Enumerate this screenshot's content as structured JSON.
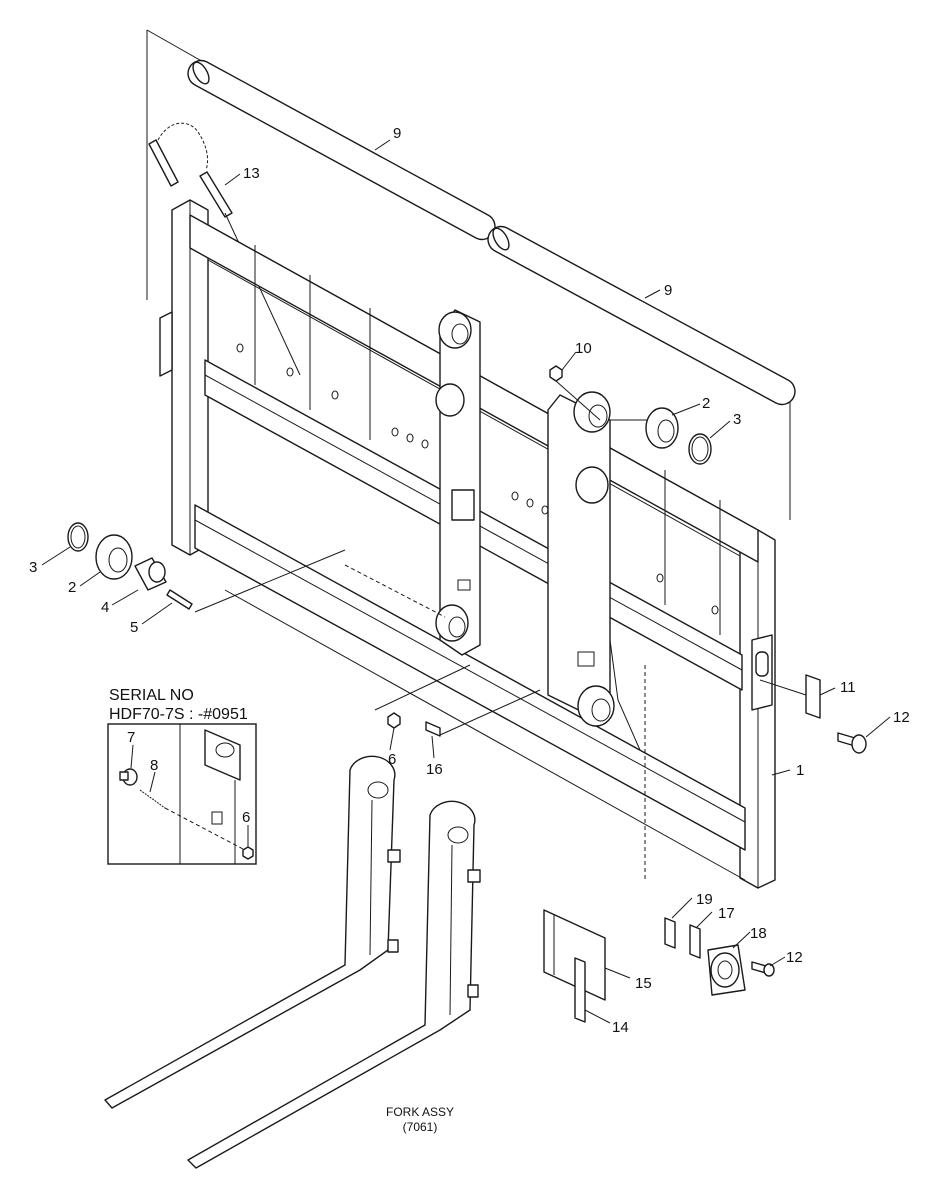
{
  "serial_box": {
    "line1": "SERIAL NO",
    "line2": "HDF70-7S : -#0951"
  },
  "fork_assy": {
    "line1": "FORK ASSY",
    "line2": "(7061)"
  },
  "callouts": {
    "c1": "1",
    "c2a": "2",
    "c2b": "2",
    "c3a": "3",
    "c3b": "3",
    "c4": "4",
    "c5": "5",
    "c6a": "6",
    "c6b": "6",
    "c7": "7",
    "c8": "8",
    "c9a": "9",
    "c9b": "9",
    "c10": "10",
    "c11": "11",
    "c12a": "12",
    "c12b": "12",
    "c13": "13",
    "c14": "14",
    "c15": "15",
    "c16": "16",
    "c17": "17",
    "c18": "18",
    "c19": "19"
  }
}
